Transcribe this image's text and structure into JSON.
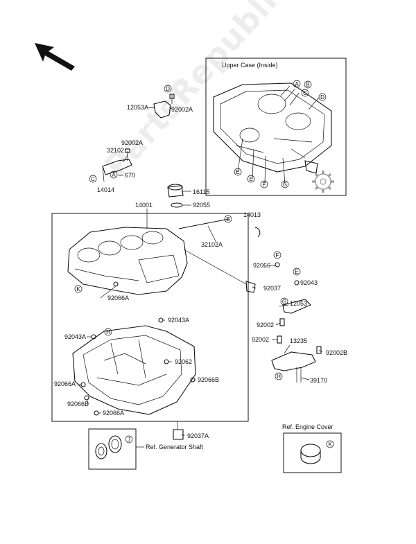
{
  "headings": {
    "upper_case": "Upper Case (Inside)",
    "ref_generator": "Ref. Generator Shaft",
    "ref_engine_cover": "Ref. Engine Cover"
  },
  "part_labels": {
    "p12053A": "12053A",
    "p92002A_top": "92002A",
    "p92002A_mid": "92002A",
    "p32102": "32102",
    "p670": "670",
    "p14014": "14014",
    "p16115": "16115",
    "p92055": "92055",
    "p14001": "14001",
    "p14013": "14013",
    "p32102A": "32102A",
    "p92066": "92066",
    "p92043": "92043",
    "p92066A_upper": "92066A",
    "p92037": "92037",
    "p12053": "12053",
    "p92002_a": "92002",
    "p92002_b": "92002",
    "p13235": "13235",
    "p92002B": "92002B",
    "p39170": "39170",
    "p92043A_right": "92043A",
    "p92043A_left": "92043A",
    "p92062": "92062",
    "p92066B_right": "92066B",
    "p92066A_left": "92066A",
    "p92066B_left": "92066B",
    "p92066A_bottom": "92066A",
    "p92037A": "92037A"
  },
  "callouts": {
    "A": "A",
    "B": "B",
    "C": "C",
    "D": "D",
    "E": "E",
    "F": "F",
    "G": "G",
    "H": "H",
    "J": "J",
    "K": "K"
  },
  "watermark": "PartsRepublik",
  "icons": [
    "direction-arrow-icon",
    "gear-logo-icon"
  ]
}
